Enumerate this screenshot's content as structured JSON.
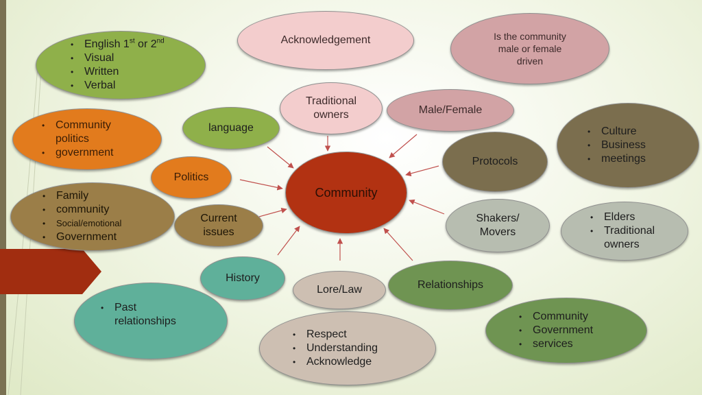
{
  "center": {
    "label": "Community"
  },
  "nodes": {
    "acknowledgement": "Acknowledgement",
    "is_community": "Is the community\nmale or female\ndriven",
    "traditional_owners": "Traditional\nowners",
    "male_female": "Male/Female",
    "language": "language",
    "protocols": "Protocols",
    "politics": "Politics",
    "current_issues": "Current\nissues",
    "shakers_movers": "Shakers/\nMovers",
    "history": "History",
    "lore_law": "Lore/Law",
    "relationships": "Relationships"
  },
  "lists": {
    "english": [
      "English 1",
      "st",
      " or 2",
      "nd",
      "Visual",
      "Written",
      "Verbal"
    ],
    "community_politics": [
      "Community\npolitics",
      "government"
    ],
    "family": [
      "Family",
      "community",
      "Social/emotional",
      "Government"
    ],
    "culture": [
      "Culture",
      "Business",
      "meetings"
    ],
    "elders": [
      "Elders",
      "Traditional\nowners"
    ],
    "past": [
      "Past\nrelationships"
    ],
    "respect": [
      "Respect",
      "Understanding",
      "Acknowledge"
    ],
    "community_gov": [
      "Community",
      "Government",
      "services"
    ]
  },
  "colors": {
    "center": "#b23212",
    "arrow": "#c0504d",
    "sidebar": "#7a7152"
  }
}
